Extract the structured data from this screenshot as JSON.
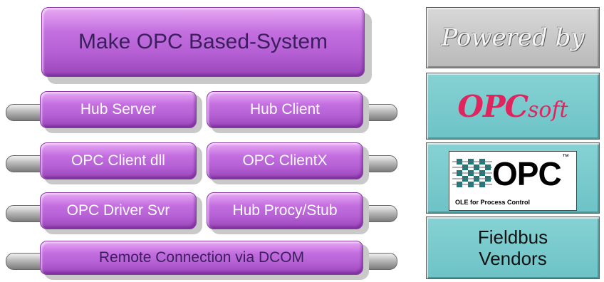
{
  "diagram": {
    "title": "Make OPC Based-System",
    "rows": [
      {
        "left": "Hub Server",
        "right": "Hub Client"
      },
      {
        "left": "OPC Client dll",
        "right": "OPC ClientX"
      },
      {
        "left": "OPC Driver Svr",
        "right": "Hub Procy/Stub"
      }
    ],
    "bottom": "Remote Connection via DCOM"
  },
  "sidebar": {
    "powered_by": "Powered by",
    "opcsoft_logo": {
      "main": "OPC",
      "suffix": "soft"
    },
    "opc_logo": {
      "mark": "OPC",
      "tm": "™",
      "tagline": "OLE for Process Control"
    },
    "fieldbus_line1": "Fieldbus",
    "fieldbus_line2": "Vendors"
  },
  "colors": {
    "block_purple": "#b560d4",
    "panel_teal": "#6dc3c6",
    "panel_grey": "#c8c8c8",
    "opcsoft_pink": "#e0245e"
  }
}
